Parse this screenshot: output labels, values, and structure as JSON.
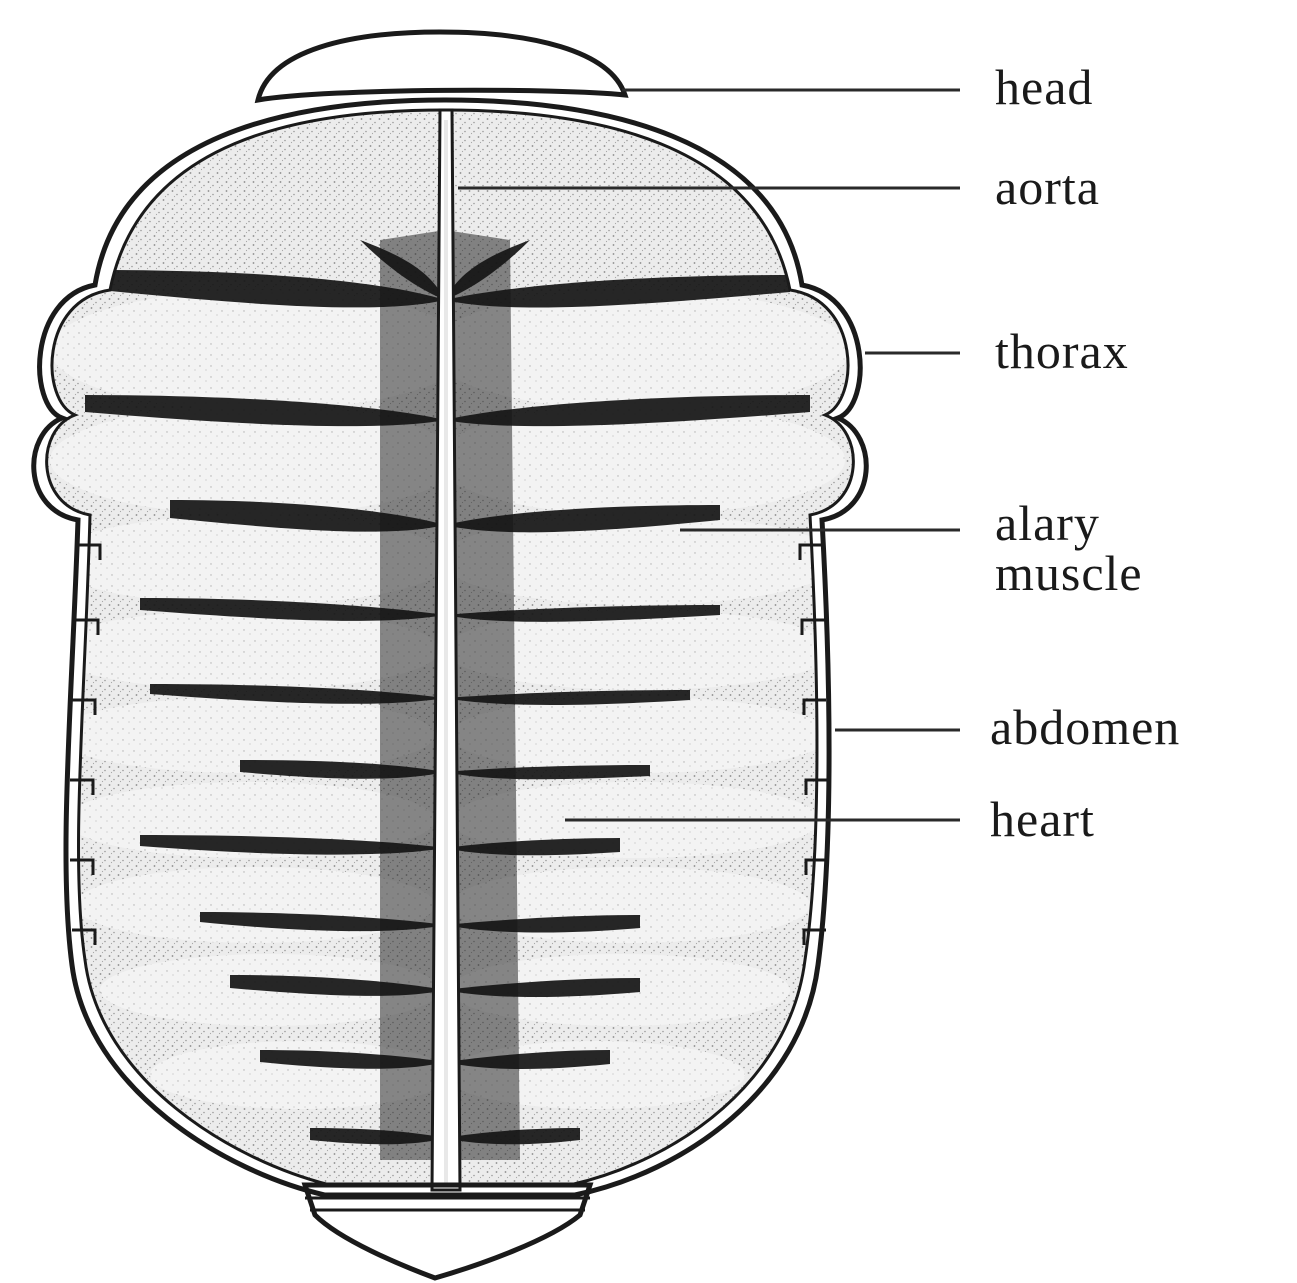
{
  "labels": {
    "head": "head",
    "aorta": "aorta",
    "thorax": "thorax",
    "alary_muscle_line1": "alary",
    "alary_muscle_line2": "muscle",
    "abdomen": "abdomen",
    "heart": "heart"
  }
}
